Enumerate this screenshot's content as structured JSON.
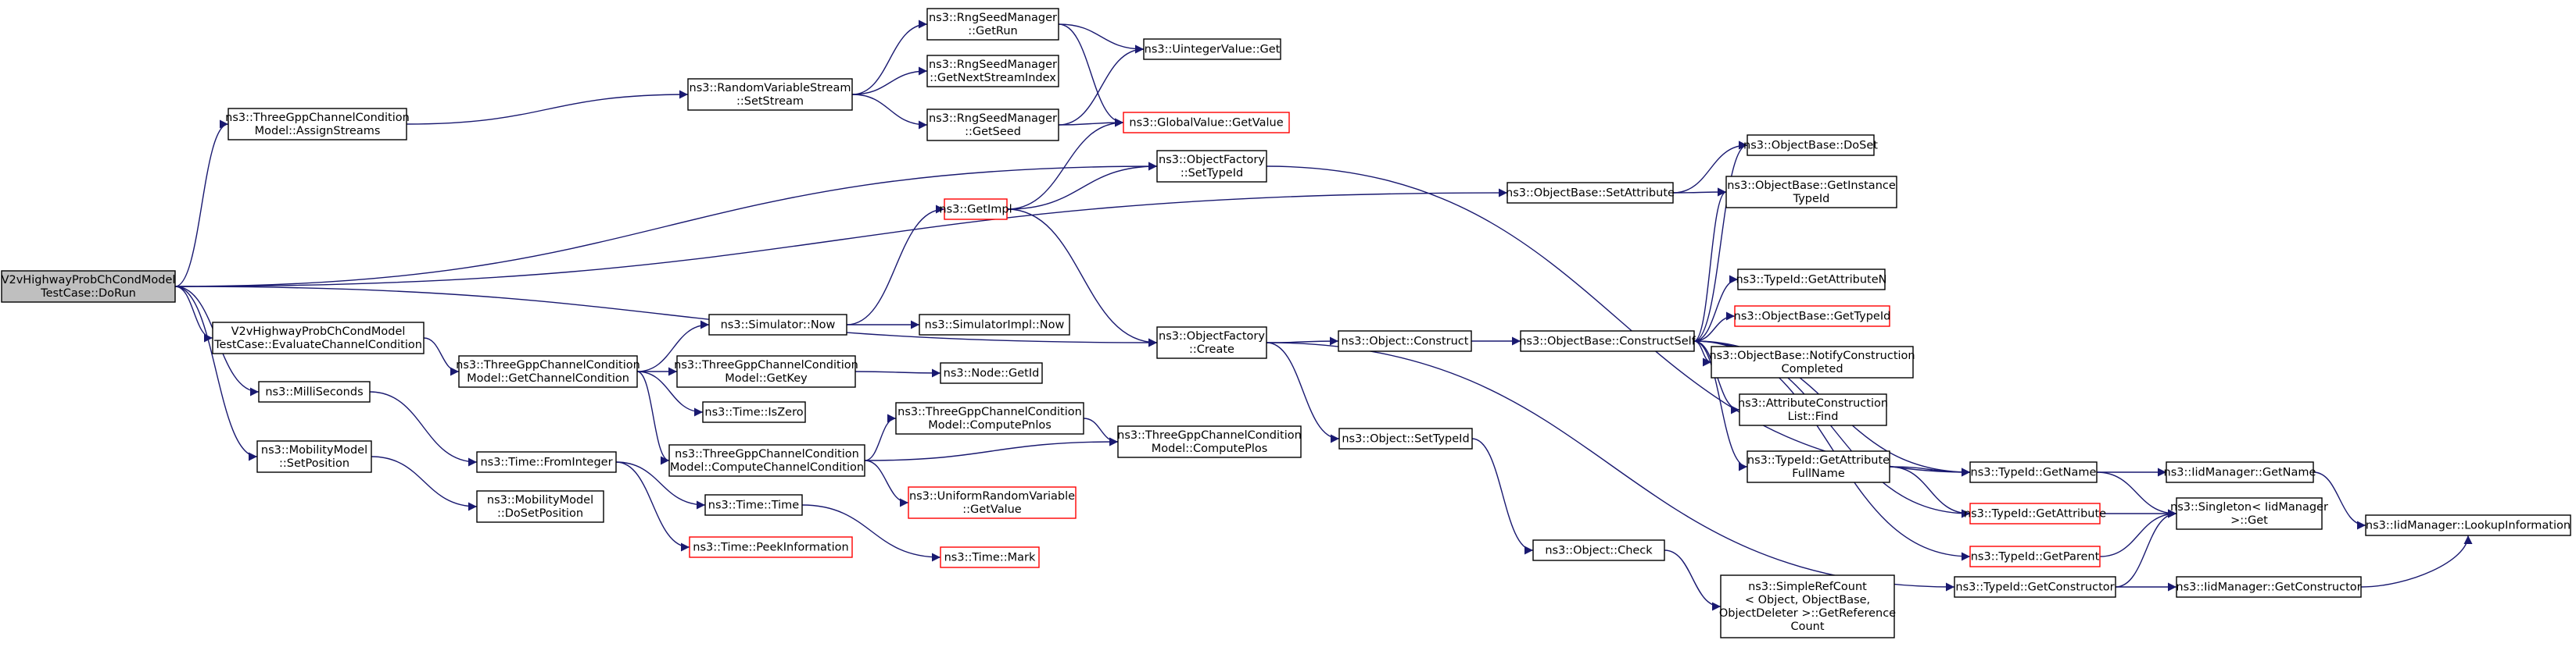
{
  "diagram": {
    "colors": {
      "edge": "#191970",
      "normal_border": "#000000",
      "truncated_border": "#ff0000",
      "root_fill": "#bfbfbf",
      "node_fill": "#ffffff"
    },
    "nodes": [
      {
        "id": "root",
        "lines": [
          "V2vHighwayProbChCondModel",
          "TestCase::DoRun"
        ],
        "style": "root"
      },
      {
        "id": "tgccm_assign",
        "lines": [
          "ns3::ThreeGppChannelCondition",
          "Model::AssignStreams"
        ],
        "style": "normal"
      },
      {
        "id": "rvs_setstream",
        "lines": [
          "ns3::RandomVariableStream",
          "::SetStream"
        ],
        "style": "normal"
      },
      {
        "id": "rng_getrun",
        "lines": [
          "ns3::RngSeedManager",
          "::GetRun"
        ],
        "style": "normal"
      },
      {
        "id": "rng_nextstream",
        "lines": [
          "ns3::RngSeedManager",
          "::GetNextStreamIndex"
        ],
        "style": "normal"
      },
      {
        "id": "rng_getseed",
        "lines": [
          "ns3::RngSeedManager",
          "::GetSeed"
        ],
        "style": "normal"
      },
      {
        "id": "uint_get",
        "lines": [
          "ns3::UintegerValue::Get"
        ],
        "style": "normal"
      },
      {
        "id": "gv_getvalue",
        "lines": [
          "ns3::GlobalValue::GetValue"
        ],
        "style": "truncated"
      },
      {
        "id": "getimpl",
        "lines": [
          "ns3::GetImpl"
        ],
        "style": "truncated"
      },
      {
        "id": "of_settypeid",
        "lines": [
          "ns3::ObjectFactory",
          "::SetTypeId"
        ],
        "style": "normal"
      },
      {
        "id": "of_create",
        "lines": [
          "ns3::ObjectFactory",
          "::Create"
        ],
        "style": "normal"
      },
      {
        "id": "v2v_eval",
        "lines": [
          "V2vHighwayProbChCondModel",
          "TestCase::EvaluateChannelCondition"
        ],
        "style": "normal"
      },
      {
        "id": "tgccm_getcc",
        "lines": [
          "ns3::ThreeGppChannelCondition",
          "Model::GetChannelCondition"
        ],
        "style": "normal"
      },
      {
        "id": "sim_now",
        "lines": [
          "ns3::Simulator::Now"
        ],
        "style": "normal"
      },
      {
        "id": "simimpl_now",
        "lines": [
          "ns3::SimulatorImpl::Now"
        ],
        "style": "normal"
      },
      {
        "id": "tgccm_getkey",
        "lines": [
          "ns3::ThreeGppChannelCondition",
          "Model::GetKey"
        ],
        "style": "normal"
      },
      {
        "id": "node_getid",
        "lines": [
          "ns3::Node::GetId"
        ],
        "style": "normal"
      },
      {
        "id": "time_iszero",
        "lines": [
          "ns3::Time::IsZero"
        ],
        "style": "normal"
      },
      {
        "id": "tgccm_computecc",
        "lines": [
          "ns3::ThreeGppChannelCondition",
          "Model::ComputeChannelCondition"
        ],
        "style": "normal"
      },
      {
        "id": "tgccm_pnlos",
        "lines": [
          "ns3::ThreeGppChannelCondition",
          "Model::ComputePnlos"
        ],
        "style": "normal"
      },
      {
        "id": "tgccm_plos",
        "lines": [
          "ns3::ThreeGppChannelCondition",
          "Model::ComputePlos"
        ],
        "style": "normal"
      },
      {
        "id": "urv_getvalue",
        "lines": [
          "ns3::UniformRandomVariable",
          "::GetValue"
        ],
        "style": "truncated"
      },
      {
        "id": "milliseconds",
        "lines": [
          "ns3::MilliSeconds"
        ],
        "style": "normal"
      },
      {
        "id": "time_fromint",
        "lines": [
          "ns3::Time::FromInteger"
        ],
        "style": "normal"
      },
      {
        "id": "time_time",
        "lines": [
          "ns3::Time::Time"
        ],
        "style": "normal"
      },
      {
        "id": "time_peek",
        "lines": [
          "ns3::Time::PeekInformation"
        ],
        "style": "truncated"
      },
      {
        "id": "time_mark",
        "lines": [
          "ns3::Time::Mark"
        ],
        "style": "truncated"
      },
      {
        "id": "mm_setpos",
        "lines": [
          "ns3::MobilityModel",
          "::SetPosition"
        ],
        "style": "normal"
      },
      {
        "id": "mm_dosetpos",
        "lines": [
          "ns3::MobilityModel",
          "::DoSetPosition"
        ],
        "style": "normal"
      },
      {
        "id": "ob_setattr",
        "lines": [
          "ns3::ObjectBase::SetAttribute"
        ],
        "style": "normal"
      },
      {
        "id": "obj_construct",
        "lines": [
          "ns3::Object::Construct"
        ],
        "style": "normal"
      },
      {
        "id": "obj_settypeid",
        "lines": [
          "ns3::Object::SetTypeId"
        ],
        "style": "normal"
      },
      {
        "id": "obj_check",
        "lines": [
          "ns3::Object::Check"
        ],
        "style": "normal"
      },
      {
        "id": "src_getref",
        "lines": [
          "ns3::SimpleRefCount",
          "< Object, ObjectBase,",
          "ObjectDeleter >::GetReference",
          "Count"
        ],
        "style": "normal"
      },
      {
        "id": "ob_constructself",
        "lines": [
          "ns3::ObjectBase::ConstructSelf"
        ],
        "style": "normal"
      },
      {
        "id": "ob_doset",
        "lines": [
          "ns3::ObjectBase::DoSet"
        ],
        "style": "normal"
      },
      {
        "id": "ob_getinstance",
        "lines": [
          "ns3::ObjectBase::GetInstance",
          "TypeId"
        ],
        "style": "normal"
      },
      {
        "id": "tid_getattrn",
        "lines": [
          "ns3::TypeId::GetAttributeN"
        ],
        "style": "normal"
      },
      {
        "id": "ob_gettypeid",
        "lines": [
          "ns3::ObjectBase::GetTypeId"
        ],
        "style": "truncated"
      },
      {
        "id": "ob_notify",
        "lines": [
          "ns3::ObjectBase::NotifyConstruction",
          "Completed"
        ],
        "style": "normal"
      },
      {
        "id": "acl_find",
        "lines": [
          "ns3::AttributeConstruction",
          "List::Find"
        ],
        "style": "normal"
      },
      {
        "id": "tid_getattrfull",
        "lines": [
          "ns3::TypeId::GetAttribute",
          "FullName"
        ],
        "style": "normal"
      },
      {
        "id": "tid_getname",
        "lines": [
          "ns3::TypeId::GetName"
        ],
        "style": "normal"
      },
      {
        "id": "tid_getattr",
        "lines": [
          "ns3::TypeId::GetAttribute"
        ],
        "style": "truncated"
      },
      {
        "id": "tid_getparent",
        "lines": [
          "ns3::TypeId::GetParent"
        ],
        "style": "truncated"
      },
      {
        "id": "tid_getctor",
        "lines": [
          "ns3::TypeId::GetConstructor"
        ],
        "style": "normal"
      },
      {
        "id": "iid_getname",
        "lines": [
          "ns3::IidManager::GetName"
        ],
        "style": "normal"
      },
      {
        "id": "singleton_get",
        "lines": [
          "ns3::Singleton< IidManager",
          ">::Get"
        ],
        "style": "normal"
      },
      {
        "id": "iid_getctor",
        "lines": [
          "ns3::IidManager::GetConstructor"
        ],
        "style": "normal"
      },
      {
        "id": "iid_lookup",
        "lines": [
          "ns3::IidManager::LookupInformation"
        ],
        "style": "normal"
      }
    ],
    "edges": [
      [
        "root",
        "tgccm_assign"
      ],
      [
        "root",
        "of_settypeid"
      ],
      [
        "root",
        "ob_setattr"
      ],
      [
        "root",
        "of_create"
      ],
      [
        "root",
        "v2v_eval"
      ],
      [
        "root",
        "milliseconds"
      ],
      [
        "root",
        "mm_setpos"
      ],
      [
        "tgccm_assign",
        "rvs_setstream"
      ],
      [
        "rvs_setstream",
        "rng_getrun"
      ],
      [
        "rvs_setstream",
        "rng_nextstream"
      ],
      [
        "rvs_setstream",
        "rng_getseed"
      ],
      [
        "rng_getrun",
        "uint_get"
      ],
      [
        "rng_getrun",
        "gv_getvalue"
      ],
      [
        "rng_getseed",
        "uint_get"
      ],
      [
        "rng_getseed",
        "gv_getvalue"
      ],
      [
        "getimpl",
        "gv_getvalue"
      ],
      [
        "getimpl",
        "of_settypeid"
      ],
      [
        "getimpl",
        "of_create"
      ],
      [
        "of_settypeid",
        "tid_getname"
      ],
      [
        "of_create",
        "obj_construct"
      ],
      [
        "of_create",
        "obj_settypeid"
      ],
      [
        "of_create",
        "tid_getctor"
      ],
      [
        "v2v_eval",
        "tgccm_getcc"
      ],
      [
        "tgccm_getcc",
        "sim_now"
      ],
      [
        "tgccm_getcc",
        "tgccm_getkey"
      ],
      [
        "tgccm_getcc",
        "time_iszero"
      ],
      [
        "tgccm_getcc",
        "tgccm_computecc"
      ],
      [
        "sim_now",
        "getimpl"
      ],
      [
        "sim_now",
        "simimpl_now"
      ],
      [
        "tgccm_getkey",
        "node_getid"
      ],
      [
        "tgccm_computecc",
        "tgccm_pnlos"
      ],
      [
        "tgccm_computecc",
        "tgccm_plos"
      ],
      [
        "tgccm_computecc",
        "urv_getvalue"
      ],
      [
        "tgccm_pnlos",
        "tgccm_plos"
      ],
      [
        "milliseconds",
        "time_fromint"
      ],
      [
        "time_fromint",
        "time_time"
      ],
      [
        "time_fromint",
        "time_peek"
      ],
      [
        "time_time",
        "time_mark"
      ],
      [
        "mm_setpos",
        "mm_dosetpos"
      ],
      [
        "ob_setattr",
        "ob_doset"
      ],
      [
        "ob_setattr",
        "ob_getinstance"
      ],
      [
        "obj_construct",
        "ob_constructself"
      ],
      [
        "obj_settypeid",
        "obj_check"
      ],
      [
        "obj_check",
        "src_getref"
      ],
      [
        "ob_constructself",
        "ob_doset"
      ],
      [
        "ob_constructself",
        "ob_getinstance"
      ],
      [
        "ob_constructself",
        "tid_getattrn"
      ],
      [
        "ob_constructself",
        "ob_gettypeid"
      ],
      [
        "ob_constructself",
        "ob_notify"
      ],
      [
        "ob_constructself",
        "acl_find"
      ],
      [
        "ob_constructself",
        "tid_getattrfull"
      ],
      [
        "ob_constructself",
        "tid_getname"
      ],
      [
        "ob_constructself",
        "tid_getattr"
      ],
      [
        "ob_constructself",
        "tid_getparent"
      ],
      [
        "tid_getattrfull",
        "tid_getname"
      ],
      [
        "tid_getattrfull",
        "tid_getattr"
      ],
      [
        "tid_getname",
        "iid_getname"
      ],
      [
        "tid_getname",
        "singleton_get"
      ],
      [
        "tid_getattr",
        "singleton_get"
      ],
      [
        "tid_getparent",
        "singleton_get"
      ],
      [
        "tid_getctor",
        "singleton_get"
      ],
      [
        "tid_getctor",
        "iid_getctor"
      ],
      [
        "iid_getname",
        "iid_lookup"
      ],
      [
        "iid_getctor",
        "iid_lookup"
      ]
    ]
  }
}
